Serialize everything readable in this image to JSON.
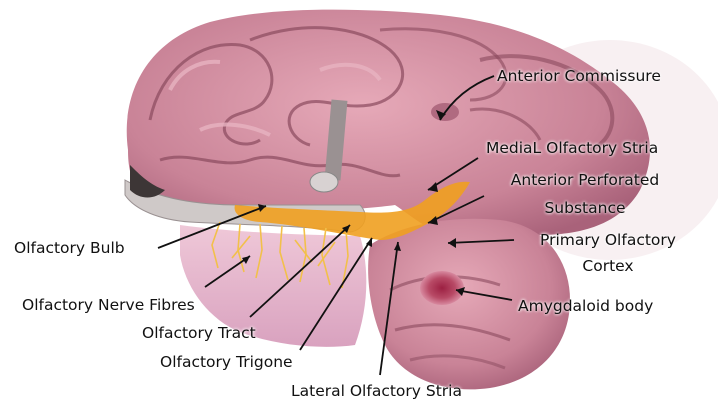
{
  "labels": {
    "anterior_commissure": "Anterior Commissure",
    "medial_olfactory_stria": "MediaL Olfactory Stria",
    "anterior_perforated_substance_line1": "Anterior Perforated",
    "anterior_perforated_substance_line2": "Substance",
    "primary_olfactory_cortex_line1": "Primary Olfactory",
    "primary_olfactory_cortex_line2": "Cortex",
    "amygdaloid_body": "Amygdaloid body",
    "olfactory_bulb": "Olfactory  Bulb",
    "olfactory_nerve_fibres": "Olfactory Nerve Fibres",
    "olfactory_tract": "Olfactory Tract",
    "olfactory_trigone": "Olfactory Trigone",
    "lateral_olfactory_stria": "Lateral Olfactory Stria"
  },
  "colors": {
    "brain_tissue": "#c87f93",
    "gyrus_highlight": "#e7b3c0",
    "sulcus_shadow": "#8a4a5e",
    "olfactory_structures": "#f0a020",
    "nerve_fibres": "#f2c04a",
    "amygdala": "#a8324f",
    "nasal_mucosa": "#e7c0d2",
    "bone": "#cfc9c8",
    "dark_cavity": "#3d3636",
    "leader_lines": "#111111"
  }
}
